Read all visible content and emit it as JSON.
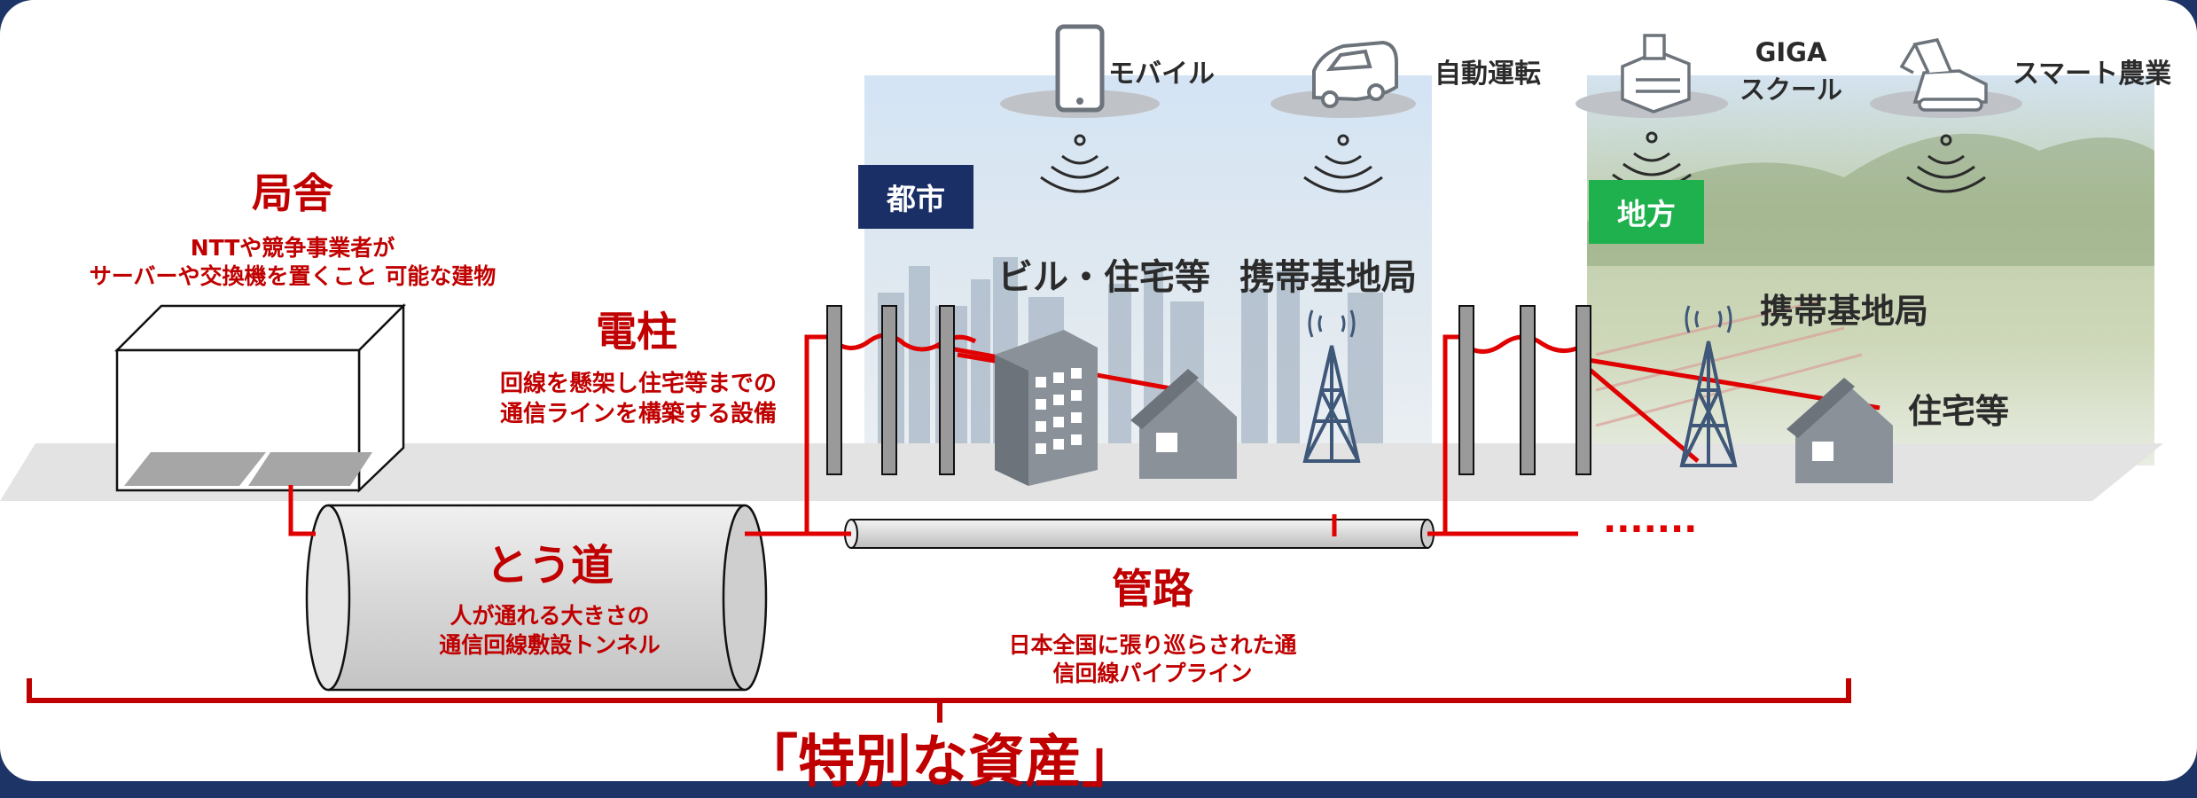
{
  "colors": {
    "accent_red": "#e00000",
    "label_red": "#c00000",
    "navy": "#1a2f66",
    "green": "#1fb14e"
  },
  "office": {
    "title": "局舎",
    "desc_line1": "NTTや競争事業者が",
    "desc_line2": "サーバーや交換機を置くこと 可能な建物"
  },
  "pole": {
    "title": "電柱",
    "desc_line1": "回線を懸架し住宅等までの",
    "desc_line2": "通信ラインを構築する設備"
  },
  "tunnel": {
    "title": "とう道",
    "desc_line1": "人が通れる大きさの",
    "desc_line2": "通信回線敷設トンネル"
  },
  "conduit": {
    "title": "管路",
    "desc_line1": "日本全国に張り巡らされた通",
    "desc_line2": "信回線パイプライン",
    "dots": "·······"
  },
  "city": {
    "badge": "都市",
    "building_label": "ビル・住宅等",
    "station_label": "携帯基地局"
  },
  "rural": {
    "badge": "地方",
    "station_label": "携帯基地局",
    "house_label": "住宅等"
  },
  "services": {
    "mobile": "モバイル",
    "autonomous": "自動運転",
    "giga_line1": "GIGA",
    "giga_line2": "スクール",
    "agri": "スマート農業"
  },
  "footer": {
    "assets_label": "「特別な資産」"
  },
  "icons": [
    "phone-icon",
    "car-icon",
    "school-icon",
    "excavator-icon",
    "wifi-signal-icon",
    "building-icon",
    "house-icon",
    "antenna-tower-icon",
    "telephone-pole-icon",
    "office-box-icon",
    "tunnel-cylinder-icon",
    "conduit-pipe-icon"
  ]
}
